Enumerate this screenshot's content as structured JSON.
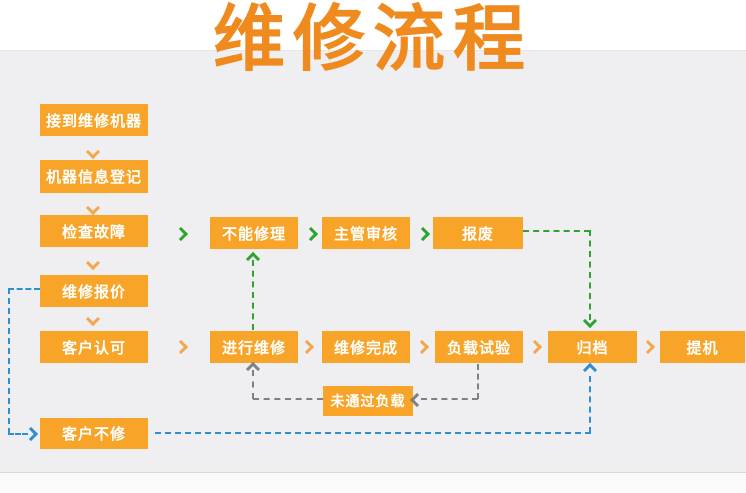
{
  "title": "维修流程",
  "colors": {
    "title_orange": "#EF8A1E",
    "box_orange": "#F7A428",
    "chevron_orange": "#F2A74D",
    "green": "#2FA22F",
    "blue": "#2E8FD0",
    "gray": "#808080",
    "canvas_gray": "#EFEFF1"
  },
  "icons": {
    "flow_step_arrow": "chevron-right-icon",
    "flow_down_arrow": "chevron-down-icon",
    "dashed_arrowhead": "chevron-arrowhead-icon"
  },
  "nodes": {
    "receive": {
      "label": "接到维修机器"
    },
    "register": {
      "label": "机器信息登记"
    },
    "inspect": {
      "label": "检查故障"
    },
    "quote": {
      "label": "维修报价"
    },
    "approve": {
      "label": "客户认可"
    },
    "decline": {
      "label": "客户不修"
    },
    "cannot": {
      "label": "不能修理"
    },
    "review": {
      "label": "主管审核"
    },
    "scrap": {
      "label": "报废"
    },
    "dorepair": {
      "label": "进行维修"
    },
    "done": {
      "label": "维修完成"
    },
    "loadtest": {
      "label": "负载试验"
    },
    "archive": {
      "label": "归档"
    },
    "pickup": {
      "label": "提机"
    },
    "loadfail": {
      "label": "未通过负载"
    }
  },
  "sequences": [
    {
      "arrow_color": "orange",
      "steps": [
        "接到维修机器",
        "机器信息登记",
        "检查故障",
        "维修报价",
        "客户认可"
      ]
    },
    {
      "arrow_color": "green",
      "steps": [
        "检查故障",
        "不能修理",
        "主管审核",
        "报废"
      ]
    },
    {
      "arrow_color": "orange",
      "steps": [
        "客户认可",
        "进行维修",
        "维修完成",
        "负载试验",
        "归档",
        "提机"
      ]
    }
  ],
  "connectors": [
    {
      "from": "维修报价",
      "to": "客户不修",
      "style": "dashed",
      "color": "blue"
    },
    {
      "from": "客户不修",
      "to": "归档",
      "style": "dashed",
      "color": "blue"
    },
    {
      "from": "进行维修",
      "to": "不能修理",
      "style": "dashed",
      "color": "green"
    },
    {
      "from": "报废",
      "to": "归档",
      "style": "dashed",
      "color": "green"
    },
    {
      "from": "负载试验",
      "to": "未通过负载",
      "style": "dashed",
      "color": "gray"
    },
    {
      "from": "未通过负载",
      "to": "进行维修",
      "style": "dashed",
      "color": "gray"
    }
  ]
}
